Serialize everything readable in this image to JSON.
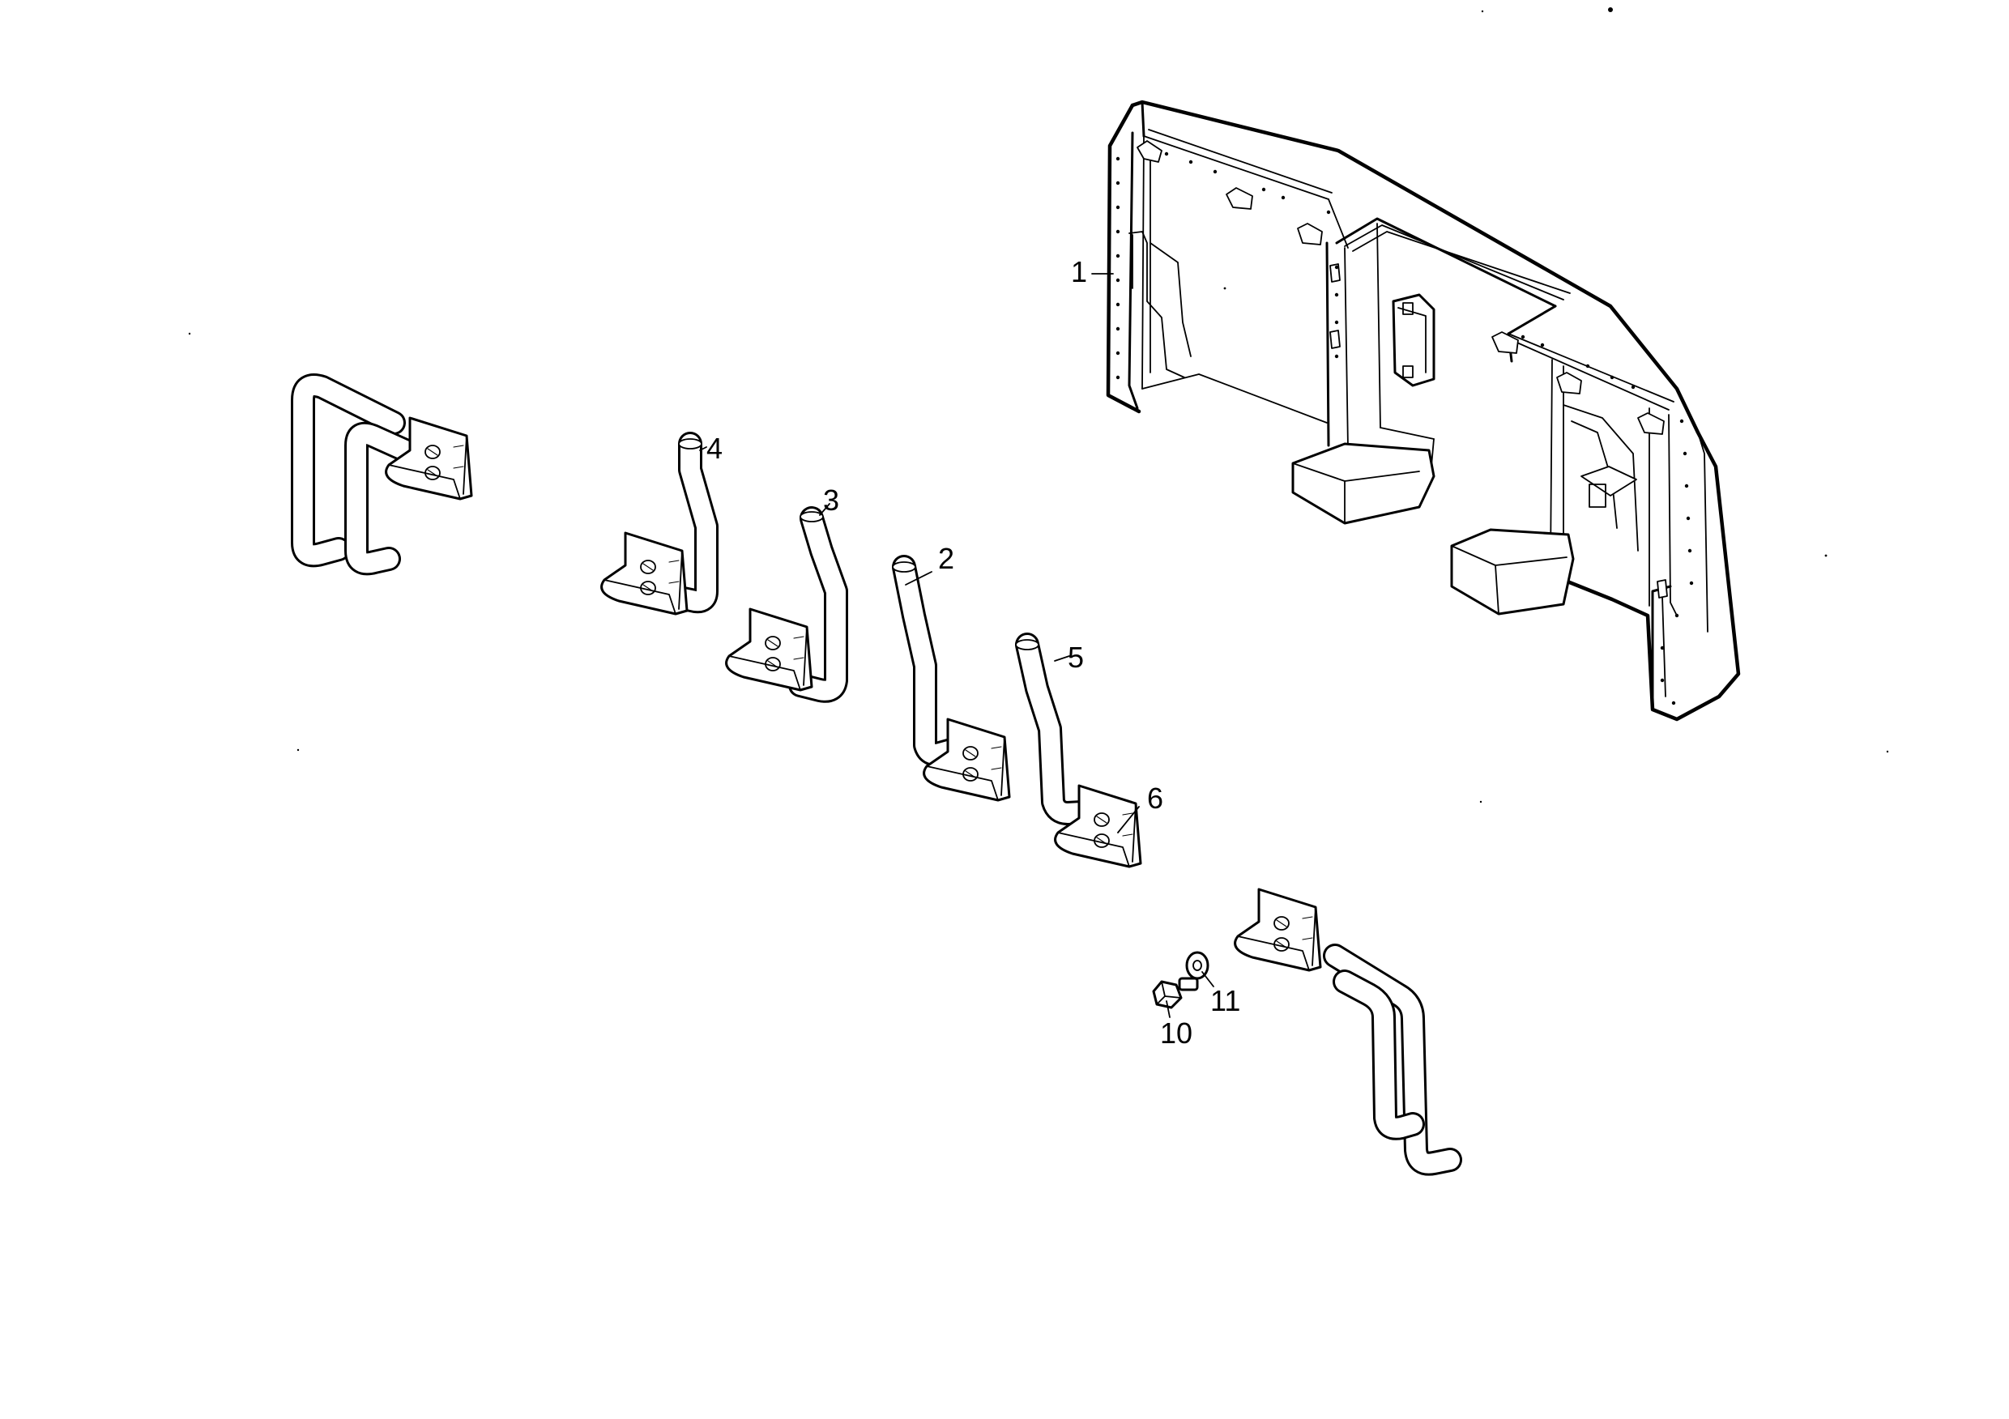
{
  "callouts": {
    "c1": "1",
    "c2": "2",
    "c3": "3",
    "c4": "4",
    "c5": "5",
    "c6": "6",
    "c10": "10",
    "c11": "11"
  },
  "style": {
    "line_color": "#000000",
    "background": "#ffffff"
  }
}
